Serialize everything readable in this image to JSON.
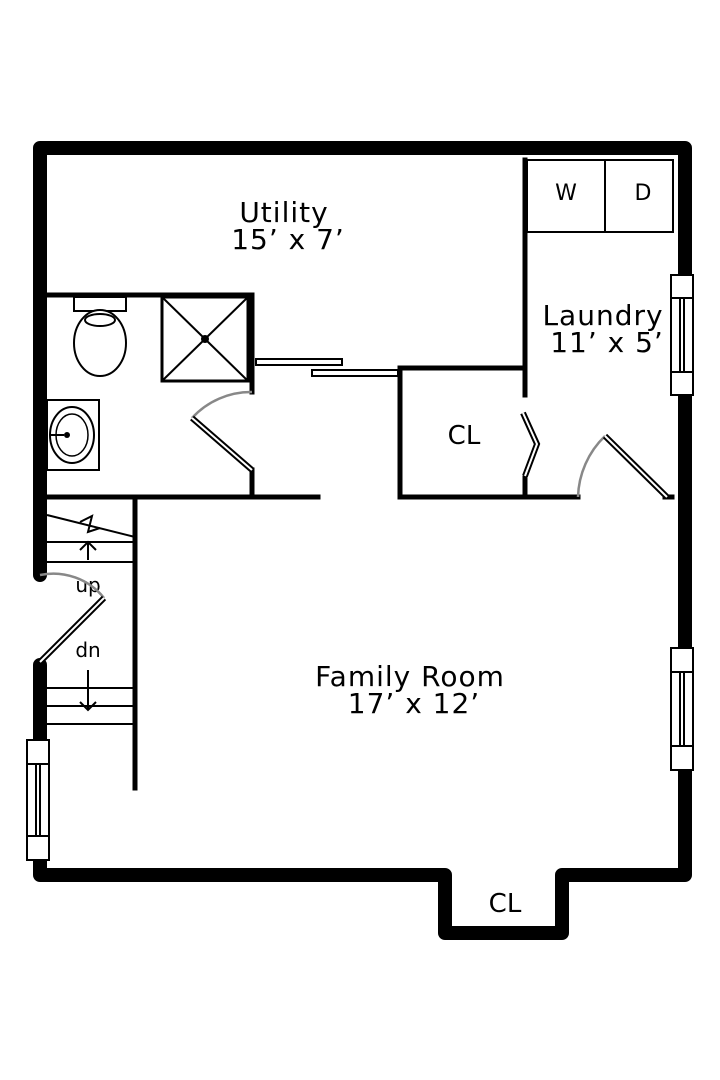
{
  "rooms": {
    "utility": {
      "name": "Utility",
      "size": "15’ x 7’"
    },
    "laundry": {
      "name": "Laundry",
      "size": "11’ x 5’"
    },
    "family_room": {
      "name": "Family Room",
      "size": "17’ x 12’"
    },
    "closet_mid": {
      "name": "CL"
    },
    "closet_bottom": {
      "name": "CL"
    }
  },
  "appliances": {
    "washer": "W",
    "dryer": "D"
  },
  "stairs": {
    "up": "up",
    "down": "dn"
  }
}
